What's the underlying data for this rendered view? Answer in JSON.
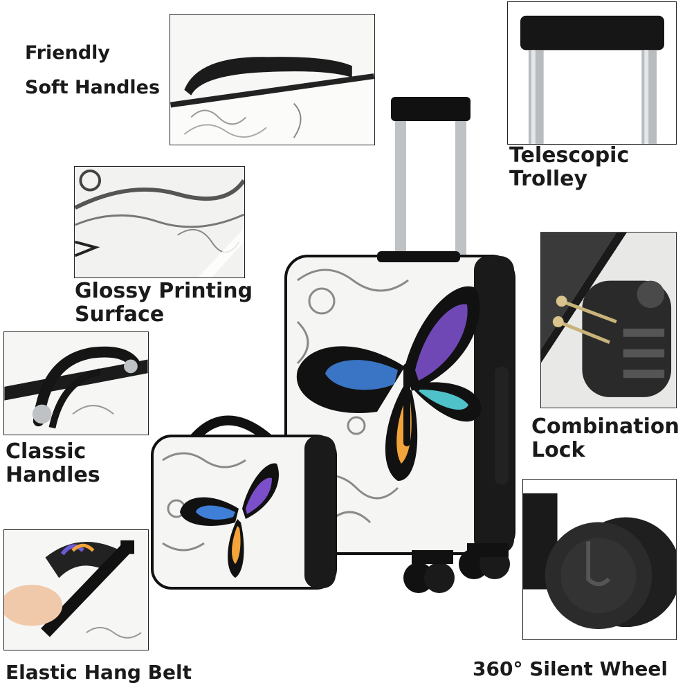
{
  "features": {
    "soft_handles": {
      "line1": "Friendly",
      "line2": "Soft Handles"
    },
    "telescopic": {
      "line1": "Telescopic",
      "line2": "Trolley"
    },
    "glossy": {
      "line1": "Glossy Printing",
      "line2": "Surface"
    },
    "combination": {
      "line1": "Combination",
      "line2": "Lock"
    },
    "classic": {
      "line1": "Classic",
      "line2": "Handles"
    },
    "elastic": {
      "line1": "Elastic Hang Belt"
    },
    "wheel": {
      "line1": "360° Silent Wheel"
    }
  },
  "colors": {
    "shell": "#f5f5f3",
    "trim": "#111111",
    "swirl": "#8a8a8a",
    "butterfly_purple": "#7b4fc9",
    "butterfly_blue": "#3f7fd8",
    "butterfly_orange": "#f2a43a"
  }
}
